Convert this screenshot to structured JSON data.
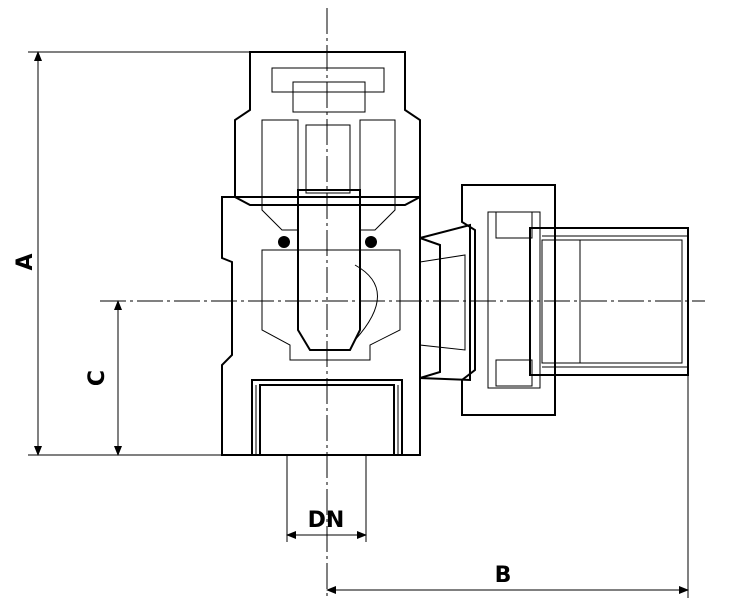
{
  "drawing": {
    "dimensions": {
      "a_label": "A",
      "b_label": "B",
      "c_label": "C",
      "dn_label": "DN"
    }
  }
}
